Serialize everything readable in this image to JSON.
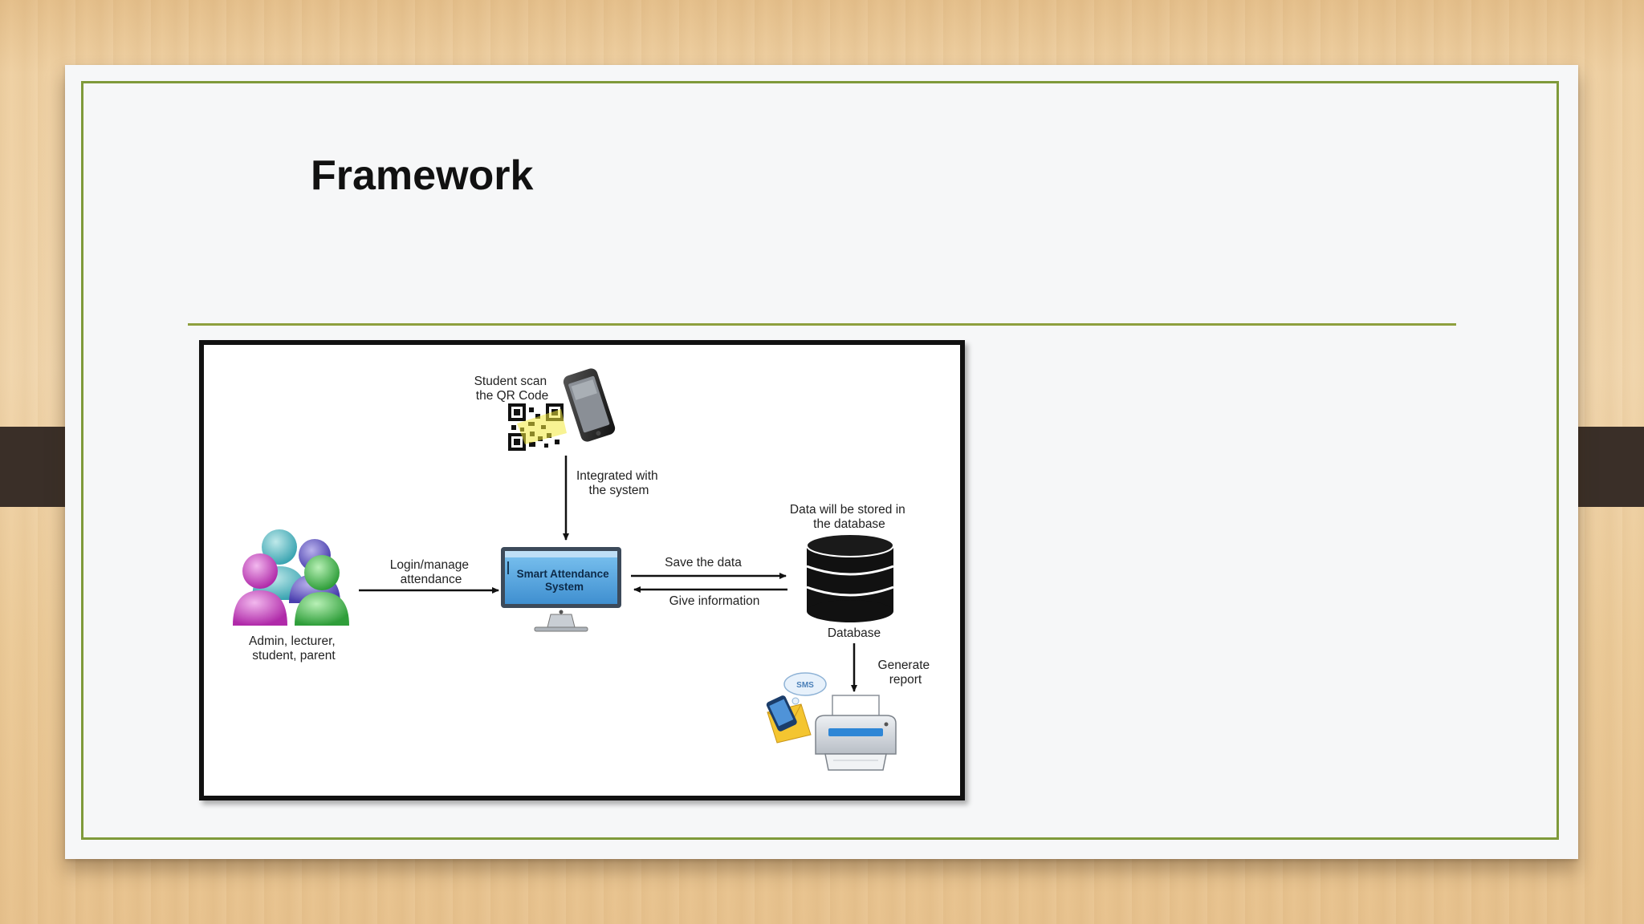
{
  "slide": {
    "title": "Framework"
  },
  "diagram": {
    "labels": {
      "student_scan": [
        "Student scan",
        "the QR Code"
      ],
      "integrated": [
        "Integrated with",
        "the system"
      ],
      "data_stored": [
        "Data will be stored in",
        "the database"
      ],
      "login": [
        "Login/manage",
        "attendance"
      ],
      "monitor_title": [
        "Smart Attendance",
        "System"
      ],
      "save_data": "Save the data",
      "give_info": "Give information",
      "database": "Database",
      "users": [
        "Admin, lecturer,",
        "student, parent"
      ],
      "generate": [
        "Generate",
        "report"
      ],
      "sms": "SMS"
    },
    "colors": {
      "frame_accent": "#7f9a3a",
      "monitor_screen": "#5aa7de",
      "database": "#111111",
      "printer_paper": "#2e86d6"
    },
    "icons": [
      "smartphone-icon",
      "qr-code-icon",
      "users-group-icon",
      "monitor-icon",
      "database-icon",
      "printer-icon",
      "sms-bubble-icon",
      "mail-envelope-icon"
    ]
  }
}
